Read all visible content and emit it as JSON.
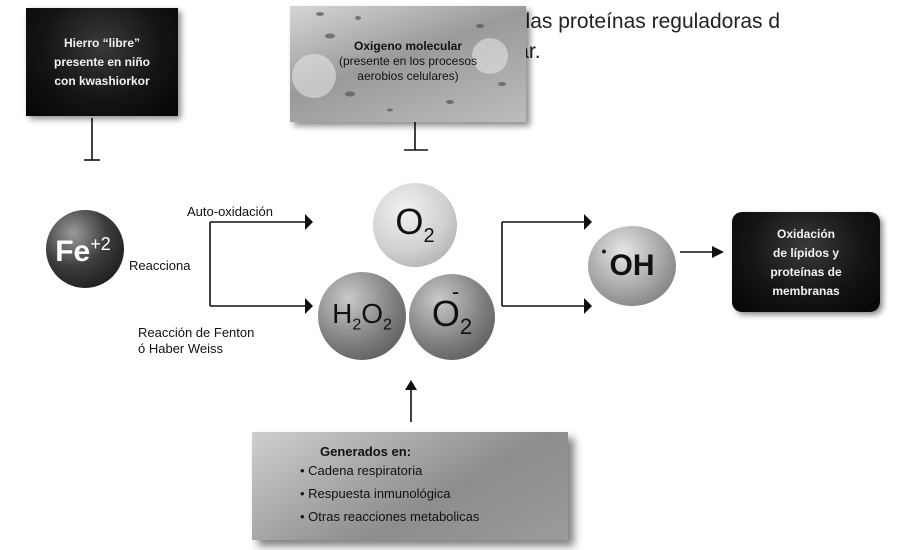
{
  "background_text": {
    "line1": "ta de las proteínas reguladoras d",
    "line2": "celular."
  },
  "nodes": {
    "iron_box": [
      "Hierro “libre”",
      "presente en niño",
      "con kwashiorkor"
    ],
    "oxygen_box": {
      "title": "Oxigeno molecular",
      "line2": "(presente en los procesos",
      "line3": "aerobios celulares)"
    },
    "fe": {
      "symbol": "Fe",
      "charge": "+2"
    },
    "o2": {
      "symbol": "O",
      "sub": "2"
    },
    "h2o2": {
      "h": "H",
      "sub1": "2",
      "o": "O",
      "sub2": "2"
    },
    "superoxide": {
      "symbol": "O",
      "sup": "-",
      "sub": "2"
    },
    "oh": {
      "dot": "•",
      "symbol": "OH"
    },
    "oxidation_box": [
      "Oxidación",
      "de lípidos y",
      "proteínas de",
      "membranas"
    ],
    "generated_box": {
      "title": "Generados en:",
      "items": [
        "Cadena respiratoria",
        "Respuesta inmunológica",
        "Otras reacciones metabolicas"
      ]
    }
  },
  "edge_labels": {
    "auto": "Auto-oxidación",
    "reacciona": "Reacciona",
    "fenton1": "Reacción de Fenton",
    "fenton2": "ó Haber Weiss"
  },
  "colors": {
    "dark_box": "#141414",
    "sphere_dark": "#3c3c3c",
    "sphere_mid": "#8a8a8a",
    "sphere_light": "#d8d8d8",
    "line": "#111111"
  }
}
